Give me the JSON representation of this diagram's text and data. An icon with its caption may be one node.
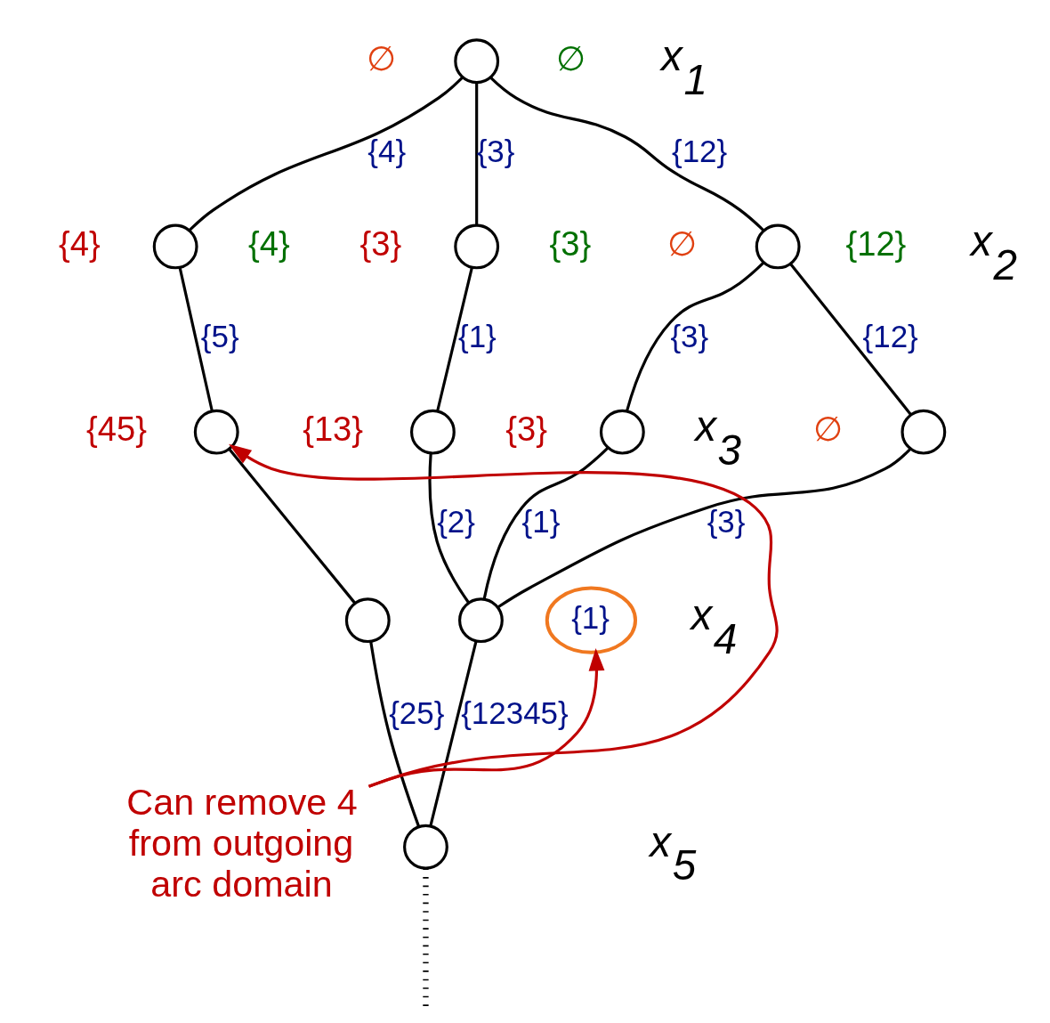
{
  "diagram": {
    "nodes": [
      {
        "text": [],
        "shape": "circle",
        "beside": [
          "∅",
          "∅"
        ]
      },
      {
        "text": [],
        "shape": "circle",
        "beside": [
          "∅",
          "{12}"
        ]
      },
      {
        "text": [],
        "shape": "circle",
        "beside": [
          "{3}",
          "{3}"
        ]
      },
      {
        "text": [],
        "shape": "circle",
        "beside": [
          "{4}",
          "{4}"
        ]
      },
      {
        "text": [],
        "shape": "circle",
        "beside": [
          "∅"
        ]
      },
      {
        "text": [],
        "shape": "circle",
        "beside": [
          "{3}"
        ]
      },
      {
        "text": [],
        "shape": "circle",
        "beside": [
          "{13}"
        ]
      },
      {
        "text": [],
        "shape": "circle",
        "beside": [
          "{45}"
        ]
      },
      {
        "text": [],
        "shape": "circle"
      },
      {
        "text": [],
        "shape": "circle"
      },
      {
        "text": [],
        "shape": "circle"
      },
      {
        "text": [
          "Can remove 4 from outgoing arc domain"
        ]
      },
      {
        "text": [
          "{1}"
        ]
      }
    ],
    "edges": [
      {
        "from": 0,
        "to": 1,
        "arrow": "none",
        "label": "{12}"
      },
      {
        "from": 0,
        "to": 2,
        "arrow": "none",
        "label": "{3}"
      },
      {
        "from": 0,
        "to": 3,
        "arrow": "none",
        "label": "{4}"
      },
      {
        "from": 1,
        "to": 4,
        "arrow": "none",
        "label": "{12}"
      },
      {
        "from": 1,
        "to": 5,
        "arrow": "none",
        "label": "{3}"
      },
      {
        "from": 2,
        "to": 6,
        "arrow": "none",
        "label": "{1}"
      },
      {
        "from": 3,
        "to": 7,
        "arrow": "none",
        "label": "{5}"
      },
      {
        "from": 4,
        "to": 8,
        "arrow": "none",
        "label": "{3}"
      },
      {
        "from": 5,
        "to": 8,
        "arrow": "none",
        "label": "{1}"
      },
      {
        "from": 6,
        "to": 8,
        "arrow": "none",
        "label": "{2}"
      },
      {
        "from": 7,
        "to": 9,
        "arrow": "none"
      },
      {
        "from": 8,
        "to": 10,
        "arrow": "none",
        "label": "{12345}"
      },
      {
        "from": 9,
        "to": 10,
        "arrow": "none",
        "label": "{25}"
      },
      {
        "from": 10,
        "to": null,
        "arrow": "none",
        "style": "dashed"
      },
      {
        "from": 11,
        "to": 7,
        "arrow": "to",
        "color": "#c00000"
      },
      {
        "from": 11,
        "to": 12,
        "arrow": "to",
        "color": "#c00000"
      }
    ],
    "labels": [
      "x$_{1}$",
      "x$_{2}$",
      "x$_{3}$",
      "x$_{4}$",
      "x$_{5}$"
    ]
  }
}
